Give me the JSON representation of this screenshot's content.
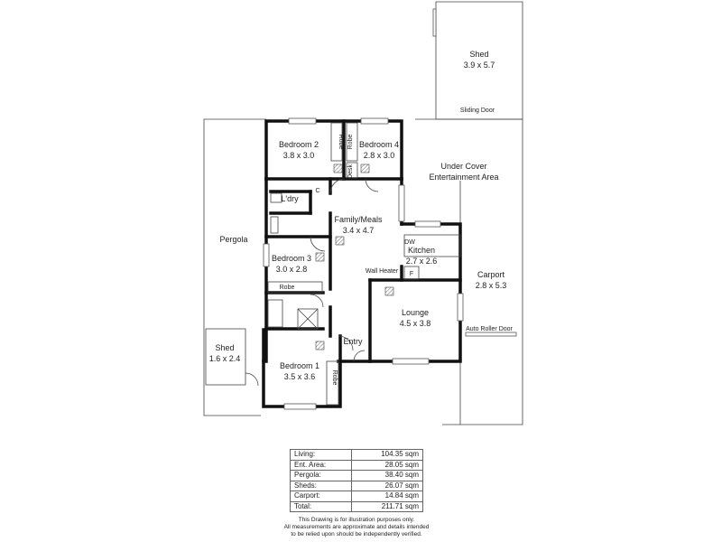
{
  "rooms": {
    "shed_big": {
      "name": "Shed",
      "size": "3.9 x 5.7"
    },
    "sliding_door": "Sliding Door",
    "bedroom2": {
      "name": "Bedroom 2",
      "size": "3.8 x 3.0"
    },
    "robe_b2": "Robe",
    "bedroom4": {
      "name": "Bedroom 4",
      "size": "2.8 x 3.0"
    },
    "robe_b4": "Robe",
    "desk": "Desk",
    "ent_area": {
      "line1": "Under Cover",
      "line2": "Entertainment Area"
    },
    "laundry": "L'dry",
    "cupboard": "C",
    "family": {
      "name": "Family/Meals",
      "size": "3.4 x 4.7"
    },
    "dw": "DW",
    "kitchen": {
      "name": "Kitchen",
      "size": "2.7 x 2.6"
    },
    "fridge": "F",
    "wall_heater": "Wall Heater",
    "pergola": "Pergola",
    "bedroom3": {
      "name": "Bedroom 3",
      "size": "3.0 x 2.8"
    },
    "robe_b3": "Robe",
    "carport": {
      "name": "Carport",
      "size": "2.8 x 5.3"
    },
    "lounge": {
      "name": "Lounge",
      "size": "4.5 x 3.8"
    },
    "auto_roller": "Auto Roller Door",
    "shed_small": {
      "name": "Shed",
      "size": "1.6 x 2.4"
    },
    "entry": "Entry",
    "bedroom1": {
      "name": "Bedroom 1",
      "size": "3.5 x 3.6"
    },
    "robe_b1": "Robe"
  },
  "areas": [
    {
      "label": "Living:",
      "value": "104.35 sqm"
    },
    {
      "label": "Ent. Area:",
      "value": "28.05 sqm"
    },
    {
      "label": "Pergola:",
      "value": "38.40 sqm"
    },
    {
      "label": "Sheds:",
      "value": "26.07 sqm"
    },
    {
      "label": "Carport:",
      "value": "14.84 sqm"
    },
    {
      "label": "Total:",
      "value": "211.71 sqm"
    }
  ],
  "disclaimer": {
    "line1": "This Drawing is for illustration purposes only.",
    "line2": "All measurements are approximate and details intended",
    "line3": "to be relied upon should be independently verified."
  }
}
